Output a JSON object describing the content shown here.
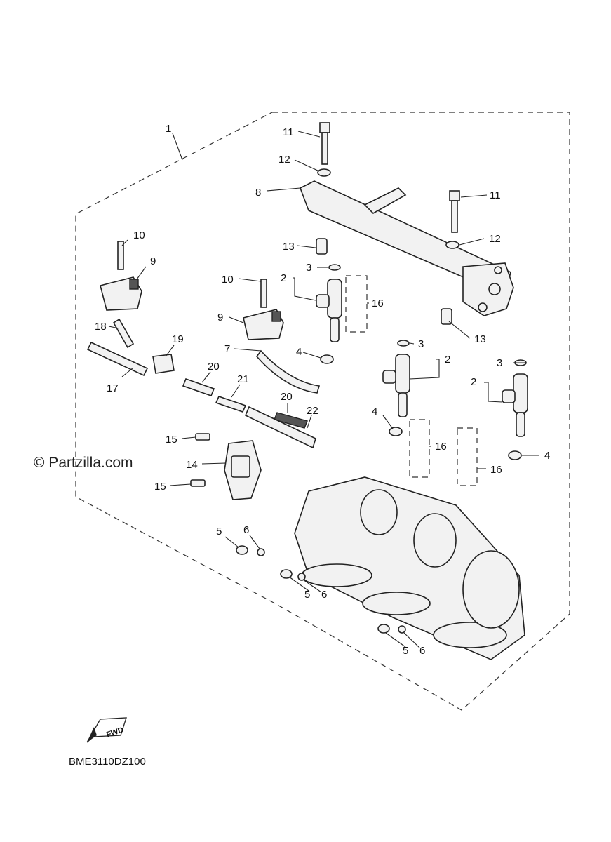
{
  "watermark": "© Partzilla.com",
  "diagram_code": "BME3110DZ100",
  "fwd_label": "FWD",
  "callouts": {
    "c1": "1",
    "c2a": "2",
    "c2b": "2",
    "c2c": "2",
    "c3a": "3",
    "c3b": "3",
    "c3c": "3",
    "c4a": "4",
    "c4b": "4",
    "c4c": "4",
    "c5a": "5",
    "c5b": "5",
    "c5c": "5",
    "c6a": "6",
    "c6b": "6",
    "c6c": "6",
    "c7": "7",
    "c8": "8",
    "c9a": "9",
    "c9b": "9",
    "c10a": "10",
    "c10b": "10",
    "c11a": "11",
    "c11b": "11",
    "c12a": "12",
    "c12b": "12",
    "c13a": "13",
    "c13b": "13",
    "c14": "14",
    "c15a": "15",
    "c15b": "15",
    "c16a": "16",
    "c16b": "16",
    "c16c": "16",
    "c17": "17",
    "c18": "18",
    "c19": "19",
    "c20a": "20",
    "c20b": "20",
    "c21": "21",
    "c22": "22"
  }
}
